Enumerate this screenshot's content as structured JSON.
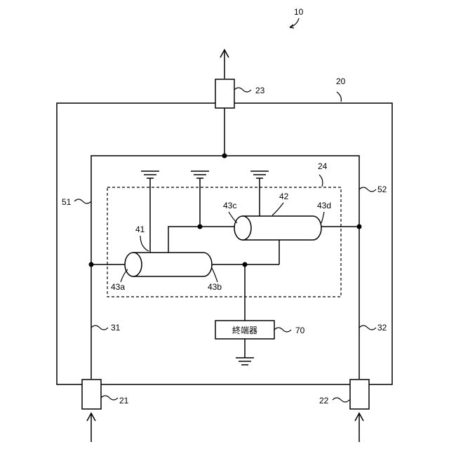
{
  "labels": {
    "device": "10",
    "housing": "20",
    "port_left": "21",
    "port_right": "22",
    "port_top": "23",
    "circuit": "24",
    "line_left_lower": "31",
    "line_right_lower": "32",
    "coupler_1": "41",
    "coupler_2": "42",
    "port_43a": "43a",
    "port_43b": "43b",
    "port_43c": "43c",
    "port_43d": "43d",
    "line_left_upper": "51",
    "line_right_upper": "52",
    "terminator_ref": "70"
  },
  "terminator": {
    "text": "終端器"
  }
}
